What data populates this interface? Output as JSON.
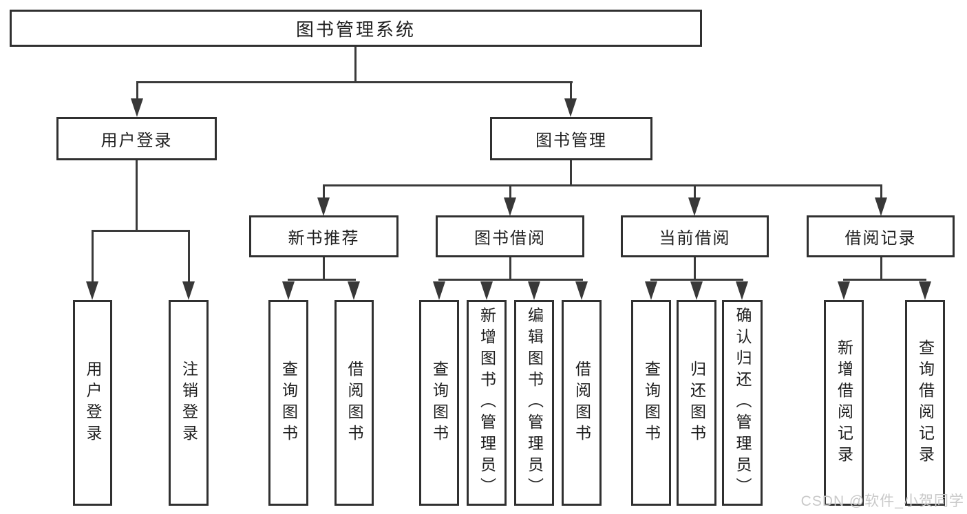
{
  "diagram": {
    "type": "hierarchy-tree",
    "root": {
      "label": "图书管理系统"
    },
    "branches": [
      {
        "label": "用户登录",
        "children": [
          {
            "label": "用户登录"
          },
          {
            "label": "注销登录"
          }
        ]
      },
      {
        "label": "图书管理",
        "sections": [
          {
            "label": "新书推荐",
            "children": [
              {
                "label": "查询图书"
              },
              {
                "label": "借阅图书"
              }
            ]
          },
          {
            "label": "图书借阅",
            "children": [
              {
                "label": "查询图书"
              },
              {
                "label": "新增图书（管理员）"
              },
              {
                "label": "编辑图书（管理员）"
              },
              {
                "label": "借阅图书"
              }
            ]
          },
          {
            "label": "当前借阅",
            "children": [
              {
                "label": "查询图书"
              },
              {
                "label": "归还图书"
              },
              {
                "label": "确认归还（管理员）"
              }
            ]
          },
          {
            "label": "借阅记录",
            "children": [
              {
                "label": "新增借阅记录"
              },
              {
                "label": "查询借阅记录"
              }
            ]
          }
        ]
      }
    ]
  },
  "watermark": {
    "text": "CSDN @软件_小贺同学",
    "color": "#c9c9c9"
  },
  "colors": {
    "background": "#ffffff",
    "line": "#3a3a3a",
    "box_border": "#303030",
    "text": "#1f1f1f"
  }
}
